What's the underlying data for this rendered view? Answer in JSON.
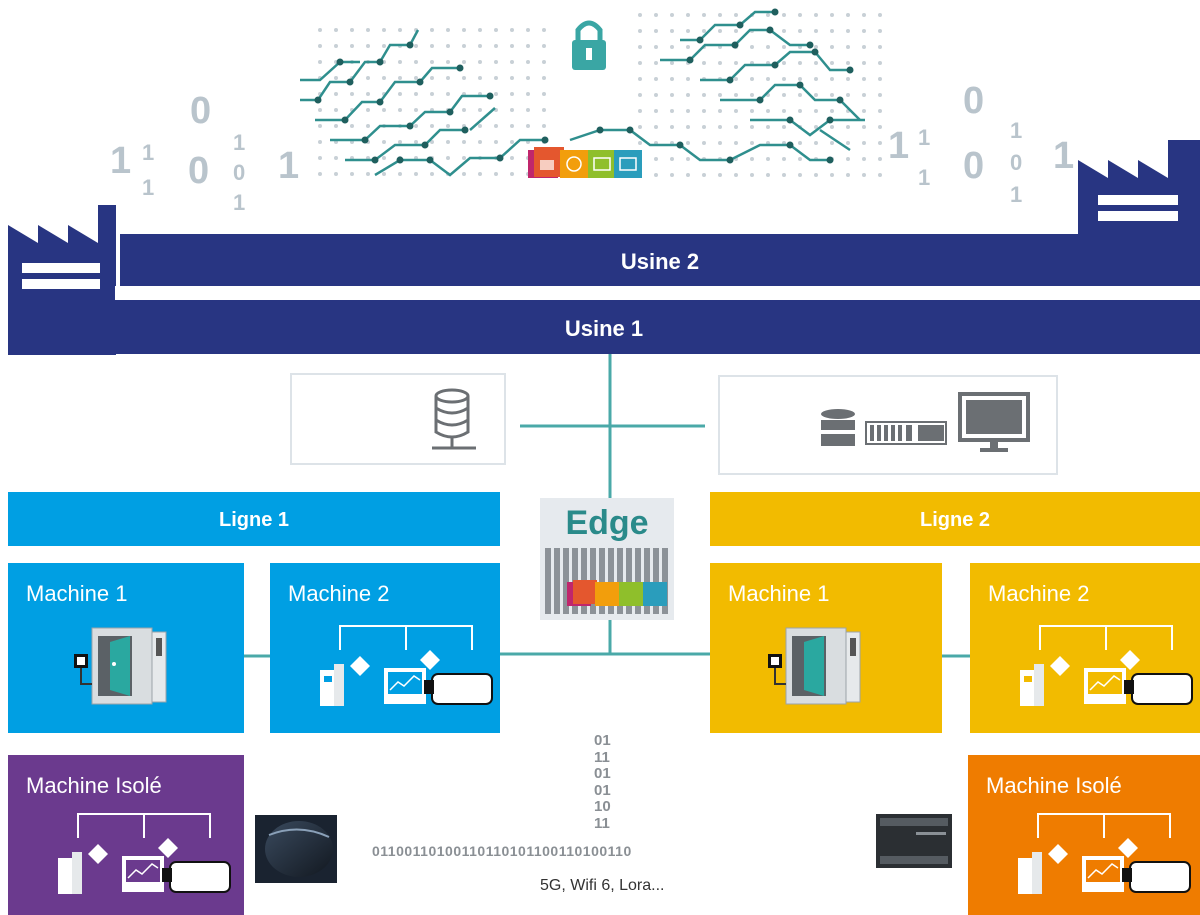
{
  "factories": {
    "usine2": "Usine 2",
    "usine1": "Usine 1"
  },
  "center": {
    "edge_label": "Edge"
  },
  "line1": {
    "label": "Ligne 1",
    "color": "#009fe3",
    "machines": [
      "Machine 1",
      "Machine 2"
    ]
  },
  "line2": {
    "label": "Ligne 2",
    "color": "#f2bb00",
    "machines": [
      "Machine 1",
      "Machine 2"
    ]
  },
  "isolated": {
    "left_label": "Machine Isolé",
    "left_color": "#6b3a8e",
    "right_label": "Machine Isolé",
    "right_color": "#ef7c00"
  },
  "wireless": {
    "caption": "5G, Wifi 6, Lora...",
    "bits_vertical": [
      "01",
      "11",
      "01",
      "01",
      "10",
      "11"
    ],
    "bits_horizontal": "01100110100110110101100110100110"
  },
  "binary_left": [
    "1",
    "1",
    "1",
    "0",
    "0",
    "1",
    "0",
    "1",
    "1"
  ],
  "binary_right": [
    "1",
    "1",
    "1",
    "0",
    "0",
    "1",
    "0",
    "1",
    "1"
  ],
  "colors": {
    "navy": "#283582",
    "teal": "#4aa9a8",
    "dots": "#c8d0d6"
  },
  "icons": [
    "lock-icon",
    "factory-icon",
    "database-icon",
    "server-icon",
    "monitor-icon",
    "cnc-machine-icon",
    "drive-icon",
    "hmi-icon",
    "motor-icon",
    "plc-icon",
    "camera-icon"
  ]
}
